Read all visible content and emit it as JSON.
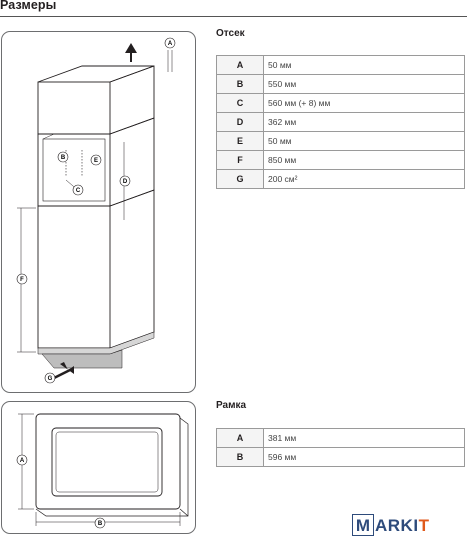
{
  "page": {
    "title": "Размеры"
  },
  "compartment": {
    "label": "Отсек",
    "rows": [
      {
        "key": "A",
        "value": "50 мм"
      },
      {
        "key": "B",
        "value": "550 мм"
      },
      {
        "key": "C",
        "value": "560 мм (+ 8) мм"
      },
      {
        "key": "D",
        "value": "362 мм"
      },
      {
        "key": "E",
        "value": "50 мм"
      },
      {
        "key": "F",
        "value": "850 мм"
      },
      {
        "key": "G",
        "value": "200 см²"
      }
    ],
    "diagram_markers": {
      "a": "A",
      "b": "B",
      "c": "C",
      "d": "D",
      "e": "E",
      "f": "F",
      "g": "G"
    }
  },
  "frame": {
    "label": "Рамка",
    "rows": [
      {
        "key": "A",
        "value": "381 мм"
      },
      {
        "key": "B",
        "value": "596 мм"
      }
    ],
    "diagram_markers": {
      "a": "A",
      "b": "B"
    }
  },
  "logo": {
    "first": "M",
    "middle": "ARKI",
    "last": "T"
  },
  "colors": {
    "line": "#231f20",
    "panel_border": "#6d6e70",
    "logo_blue": "#2e4b7b",
    "logo_orange": "#e05a1c"
  }
}
